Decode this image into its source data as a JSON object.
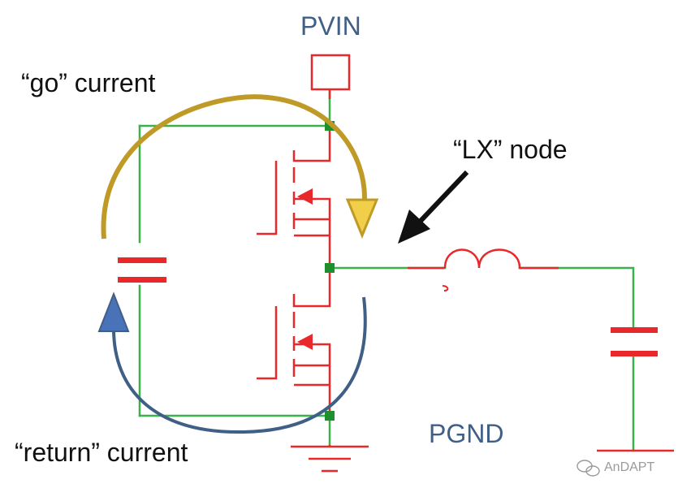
{
  "labels": {
    "pvin": "PVIN",
    "go_current": "“go” current",
    "lx_node": "“LX” node",
    "pgnd": "PGND",
    "return_current": "“return” current",
    "watermark": "AnDAPT"
  },
  "colors": {
    "wire": "#3cb04a",
    "component": "#e8282b",
    "junction": "#1f8f2e",
    "go_arc": "#c09a26",
    "go_arrow_fill": "#f2cf4a",
    "return_arc": "#3f5f86",
    "return_arrow_fill": "#4a72b8",
    "pointer": "#111111",
    "label_blue": "#3f5f86"
  },
  "icons": {
    "watermark": "wechat-icon"
  }
}
